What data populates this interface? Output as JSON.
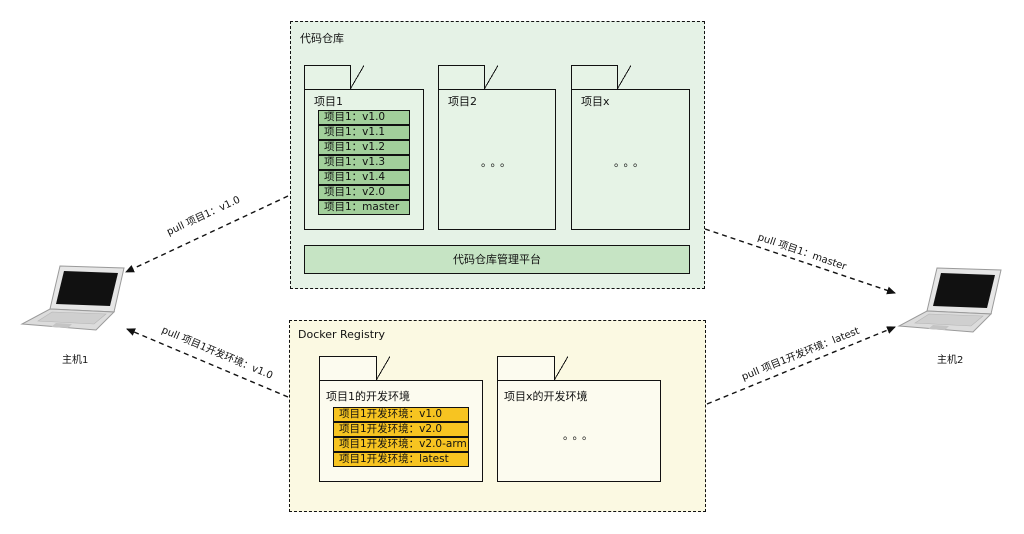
{
  "code_repository": {
    "title": "代码仓库",
    "projects": [
      {
        "name": "项目1",
        "versions": [
          "项目1：v1.0",
          "项目1：v1.1",
          "项目1：v1.2",
          "项目1：v1.3",
          "项目1：v1.4",
          "项目1：v2.0",
          "项目1：master"
        ]
      },
      {
        "name": "项目2",
        "ellipsis": "。。。"
      },
      {
        "name": "项目x",
        "ellipsis": "。。。"
      }
    ],
    "platform": "代码仓库管理平台"
  },
  "docker_registry": {
    "title": "Docker Registry",
    "environments": [
      {
        "name": "项目1的开发环境",
        "versions": [
          "项目1开发环境：v1.0",
          "项目1开发环境：v2.0",
          "项目1开发环境：v2.0-arm",
          "项目1开发环境：latest"
        ]
      },
      {
        "name": "项目x的开发环境",
        "ellipsis": "。。。"
      }
    ]
  },
  "hosts": {
    "host1": "主机1",
    "host2": "主机2"
  },
  "arrows": {
    "host1_code": "pull 项目1：v1.0",
    "host1_env": "pull 项目1开发环境：v1.0",
    "host2_code": "pull 项目1：master",
    "host2_env": "pull 项目1开发环境：latest"
  },
  "colors": {
    "repo_bg": "#e5f2e6",
    "project_box": "#e6f3e6",
    "tag_green": "#a2cf9b",
    "platform": "#c6e4c4",
    "registry_bg": "#fbf9e2",
    "env_box": "#fcfbef",
    "tag_yellow": "#f7c421"
  },
  "icons": [
    "laptop-icon",
    "laptop-icon"
  ]
}
